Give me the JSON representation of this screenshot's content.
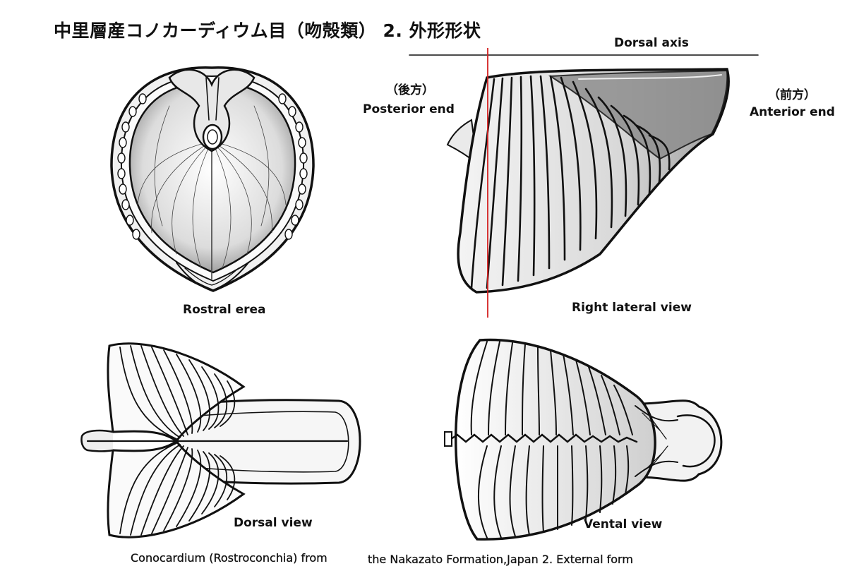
{
  "title": "中里層産コノカーディウム目（吻殻類） 2. 外形形状",
  "dorsal_axis": {
    "label": "Dorsal axis"
  },
  "posterior": {
    "label_jp": "（後方）",
    "label_en": "Posterior end"
  },
  "anterior": {
    "label_jp": "（前方）",
    "label_en": "Anterior end"
  },
  "views": {
    "rostral": "Rostral erea",
    "right_lateral": "Right lateral view",
    "dorsal": "Dorsal view",
    "ventral": "Vental view"
  },
  "caption": {
    "part1": "Conocardium (Rostroconchia) from",
    "part2": "the Nakazato Formation,Japan 2. External form"
  },
  "colors": {
    "ink": "#111111",
    "axis_marker": "#d42020",
    "paper": "#ffffff"
  }
}
